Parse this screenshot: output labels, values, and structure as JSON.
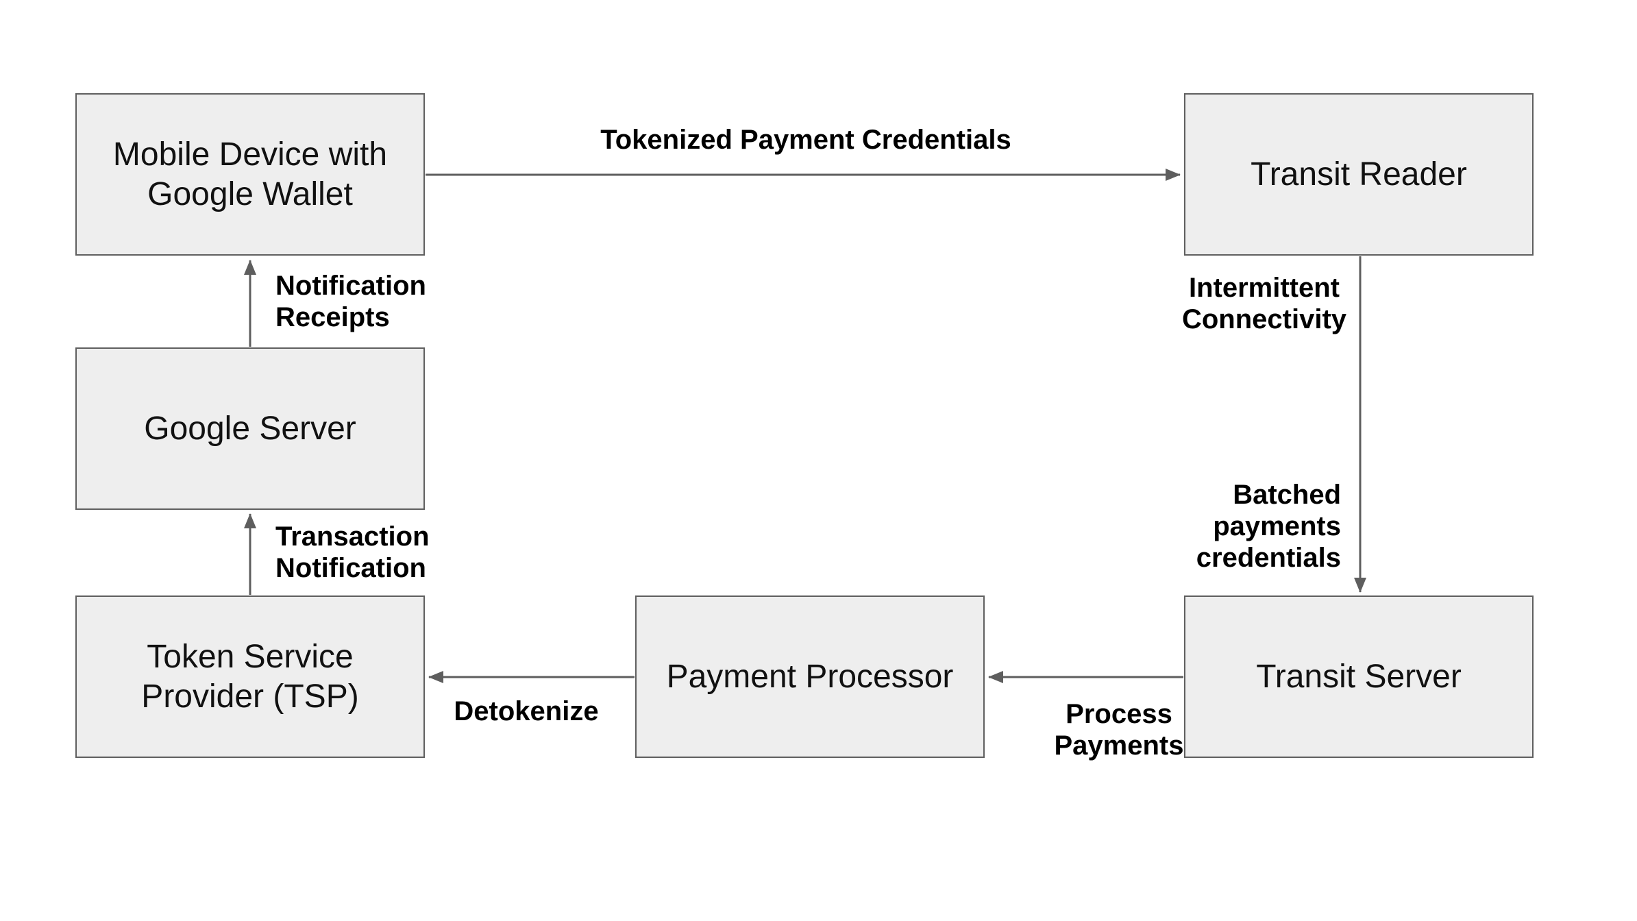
{
  "diagram": {
    "colors": {
      "background": "#ffffff",
      "node_fill": "#eeeeee",
      "node_border": "#5f5f5f",
      "arrow_color": "#5e5e5e",
      "node_text": "#111111",
      "label_text": "#000000"
    },
    "nodes": {
      "mobile_device": {
        "label": "Mobile Device with Google Wallet"
      },
      "transit_reader": {
        "label": "Transit Reader"
      },
      "google_server": {
        "label": "Google Server"
      },
      "tsp": {
        "label": "Token Service Provider (TSP)"
      },
      "payment_processor": {
        "label": "Payment Processor"
      },
      "transit_server": {
        "label": "Transit Server"
      }
    },
    "edge_labels": {
      "tokenized": {
        "label": "Tokenized Payment Credentials"
      },
      "notification": {
        "label": "Notification\nReceipts"
      },
      "intermittent": {
        "label": "Intermittent\nConnectivity"
      },
      "batched": {
        "label": "Batched\npayments\ncredentials"
      },
      "transaction": {
        "label": "Transaction\nNotification"
      },
      "detokenize": {
        "label": "Detokenize"
      },
      "process": {
        "label": "Process\nPayments"
      }
    }
  }
}
